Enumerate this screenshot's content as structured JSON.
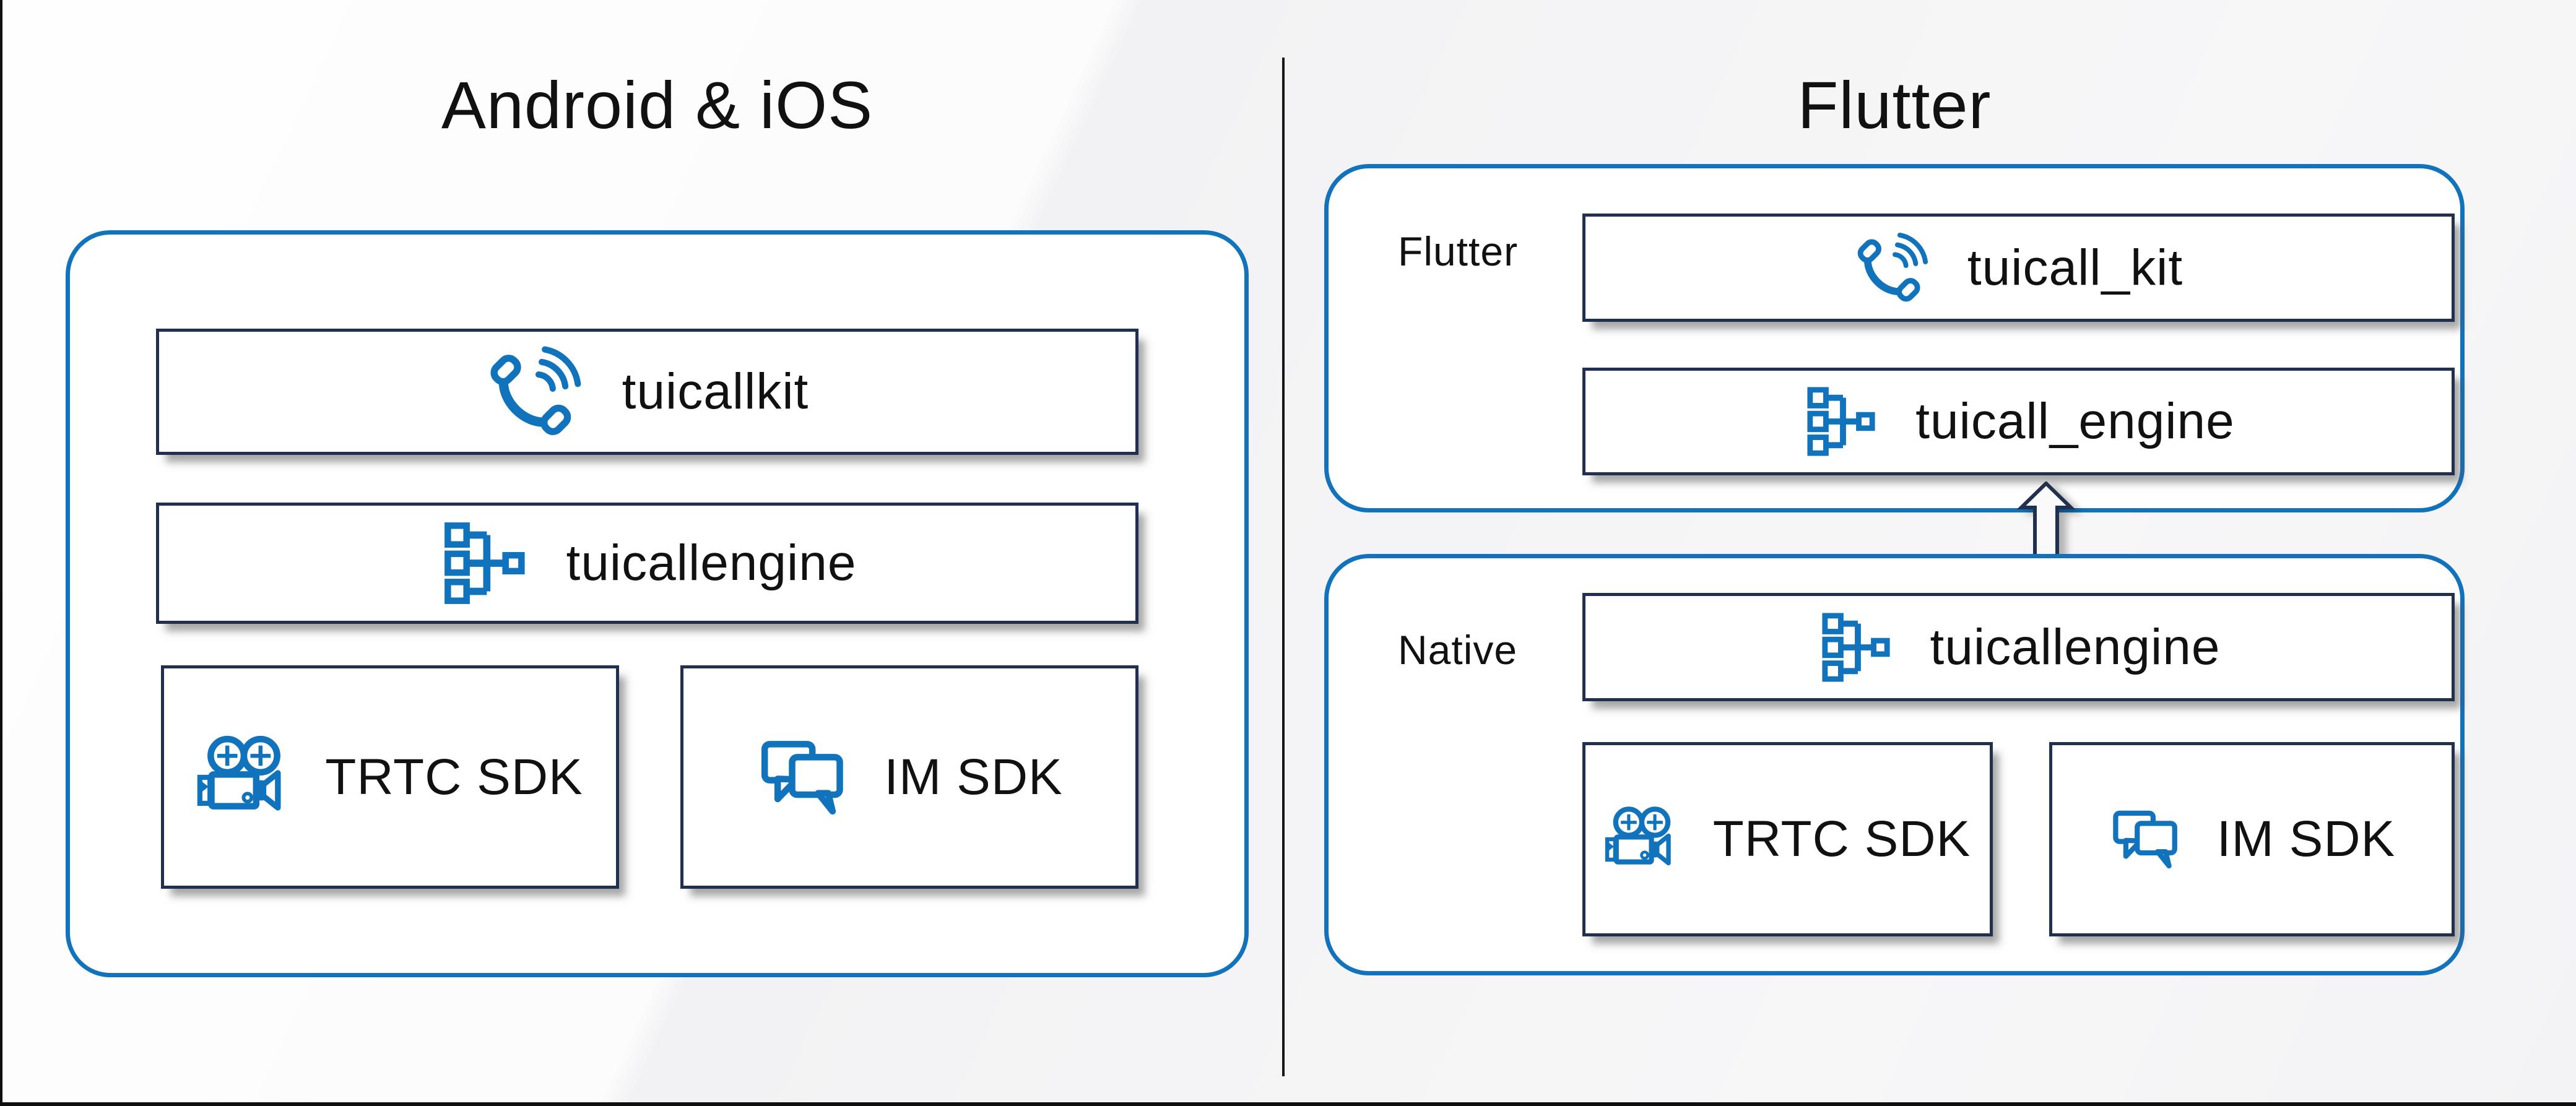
{
  "left_section": {
    "title": "Android & iOS",
    "boxes": [
      {
        "label": "tuicallkit",
        "icon": "phone-call-icon"
      },
      {
        "label": "tuicallengine",
        "icon": "module-tree-icon"
      },
      {
        "label": "TRTC SDK",
        "icon": "video-camera-icon"
      },
      {
        "label": "IM SDK",
        "icon": "chat-bubbles-icon"
      }
    ]
  },
  "right_section": {
    "title": "Flutter",
    "groups": [
      {
        "label": "Flutter",
        "boxes": [
          {
            "label": "tuicall_kit",
            "icon": "phone-call-icon"
          },
          {
            "label": "tuicall_engine",
            "icon": "module-tree-icon"
          }
        ]
      },
      {
        "label": "Native",
        "boxes": [
          {
            "label": "tuicallengine",
            "icon": "module-tree-icon"
          },
          {
            "label": "TRTC SDK",
            "icon": "video-camera-icon"
          },
          {
            "label": "IM SDK",
            "icon": "chat-bubbles-icon"
          }
        ]
      }
    ],
    "connector": {
      "type": "bidirectional-arrow",
      "direction": "vertical"
    }
  },
  "colors": {
    "accent_blue": "#1273bd",
    "box_border_navy": "#22304f",
    "frame_black": "#0f0f0f",
    "text": "#111111",
    "background": "#f5f5f7"
  }
}
